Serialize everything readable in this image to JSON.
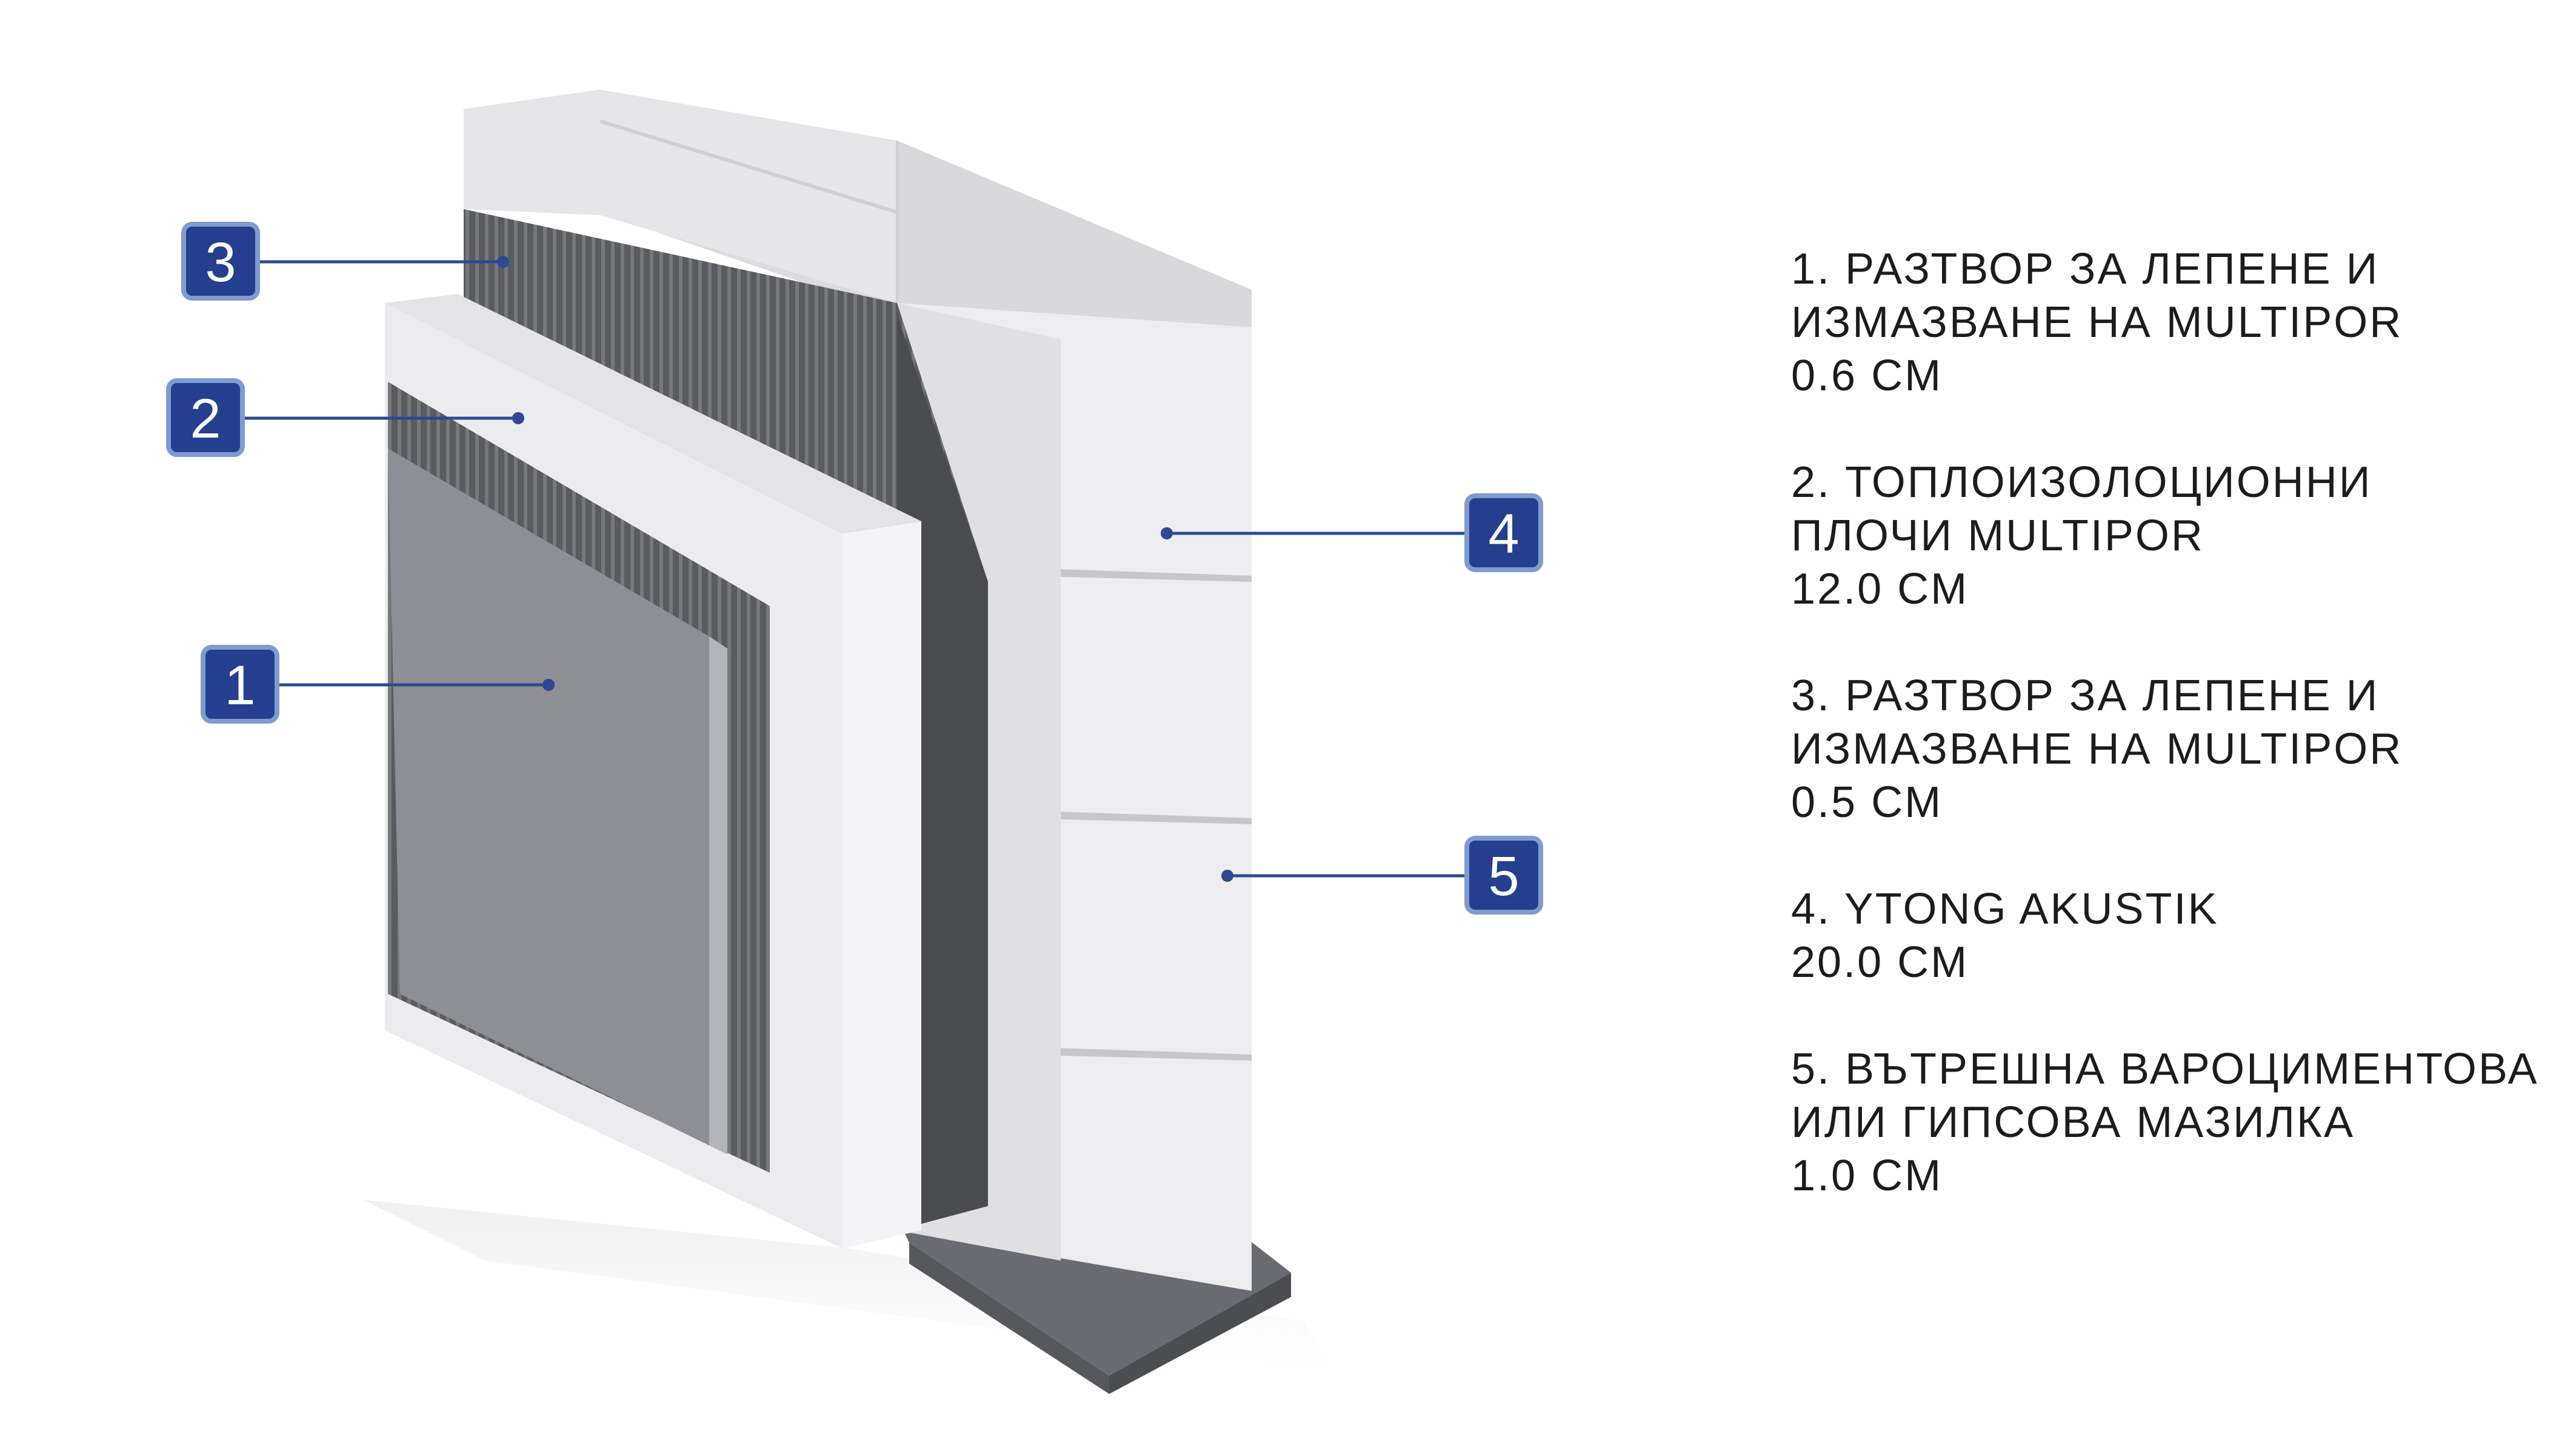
{
  "colors": {
    "callout_fill": "#233f8e",
    "callout_border": "#7f9bd0",
    "leader_line": "#2b4a93",
    "block_light": "#ebebed",
    "block_shadow": "#d7d8dc",
    "mortar_dark": "#5c5d61",
    "render_grey": "#8e9096",
    "text": "#1c1c1c"
  },
  "callouts": [
    {
      "label": "1",
      "layer": "render-layer"
    },
    {
      "label": "2",
      "layer": "insulation-board"
    },
    {
      "label": "3",
      "layer": "adhesive-mortar"
    },
    {
      "label": "4",
      "layer": "ytong-block"
    },
    {
      "label": "5",
      "layer": "interior-plaster"
    }
  ],
  "legend": [
    {
      "lines": [
        "1. РАЗТВОР ЗА ЛЕПЕНЕ И",
        "ИЗМАЗВАНЕ НА MULTIPOR",
        "0.6 CM"
      ]
    },
    {
      "lines": [
        "2. ТОПЛОИЗОЛОЦИОННИ",
        "ПЛОЧИ MULTIPOR",
        "12.0 CM"
      ]
    },
    {
      "lines": [
        "3. РАЗТВОР ЗА ЛЕПЕНЕ И",
        "ИЗМАЗВАНЕ НА MULTIPOR",
        "0.5 CM"
      ]
    },
    {
      "lines": [
        "4. YTONG AKUSTIK",
        "20.0 CM"
      ]
    },
    {
      "lines": [
        "5. ВЪТРЕШНА ВАРОЦИМЕНТОВА",
        "ИЛИ ГИПСОВА МАЗИЛКА",
        "1.0 CM"
      ]
    }
  ]
}
